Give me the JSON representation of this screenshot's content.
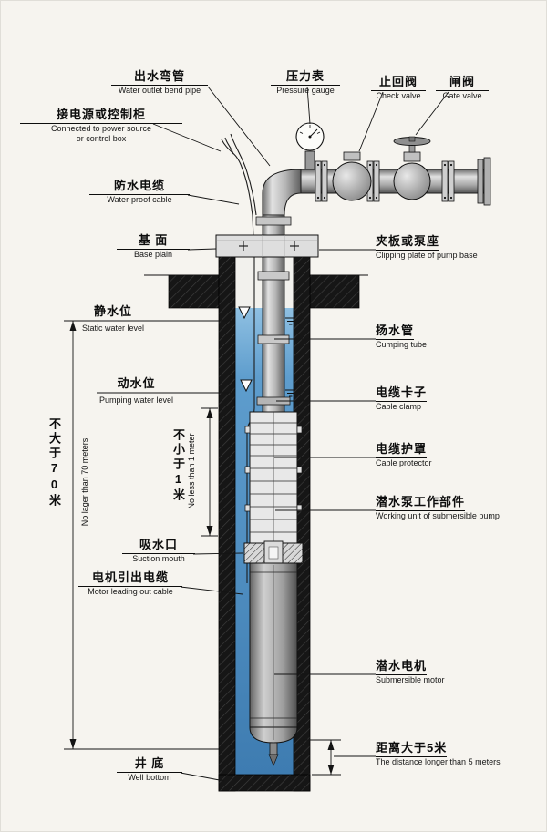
{
  "page": {
    "bg": "#f6f4ef"
  },
  "colors": {
    "line": "#141414",
    "water_top": "#8fc0e2",
    "water_bottom": "#3e7cb1",
    "wall": "#161616",
    "metal_light": "#e2e2e2",
    "metal_dark": "#5f5f5f",
    "plate": "#dedede"
  },
  "labels": {
    "outlet_bend": {
      "zh": "出水弯管",
      "en": "Water outlet bend pipe"
    },
    "pressure_gauge": {
      "zh": "压力表",
      "en": "Pressure gauge"
    },
    "check_valve": {
      "zh": "止回阀",
      "en": "Check valve"
    },
    "gate_valve": {
      "zh": "闸阀",
      "en": "Gate valve"
    },
    "power_source": {
      "zh": "接电源或控制柜",
      "en_line1": "Connected to power source",
      "en_line2": "or control box"
    },
    "waterproof_cable": {
      "zh": "防水电缆",
      "en": "Water-proof cable"
    },
    "base_plain": {
      "zh": "基 面",
      "en": "Base plain"
    },
    "clipping_plate": {
      "zh": "夹板或泵座",
      "en": "Clipping plate of pump base"
    },
    "static_level": {
      "zh": "静水位",
      "en": "Static water level"
    },
    "pumping_tube": {
      "zh": "扬水管",
      "en": "Cumping tube"
    },
    "pumping_level": {
      "zh": "动水位",
      "en": "Pumping water level"
    },
    "cable_clamp": {
      "zh": "电缆卡子",
      "en": "Cable clamp"
    },
    "cable_protector": {
      "zh": "电缆护罩",
      "en": "Cable protector"
    },
    "working_unit": {
      "zh": "潜水泵工作部件",
      "en": "Working unit of submersible pump"
    },
    "min_1m": {
      "zh": "不小于1米",
      "en": "No less than 1 meter"
    },
    "max_70m": {
      "zh": "不大于70米",
      "en": "No lager than 70 meters"
    },
    "suction_mouth": {
      "zh": "吸水口",
      "en": "Suction mouth"
    },
    "motor_cable": {
      "zh": "电机引出电缆",
      "en": "Motor leading out cable"
    },
    "submersible_motor": {
      "zh": "潜水电机",
      "en": "Submersible motor"
    },
    "well_bottom": {
      "zh": "井 底",
      "en": "Well bottom"
    },
    "distance_5m": {
      "zh": "距离大于5米",
      "en": "The distance longer than 5 meters"
    }
  }
}
